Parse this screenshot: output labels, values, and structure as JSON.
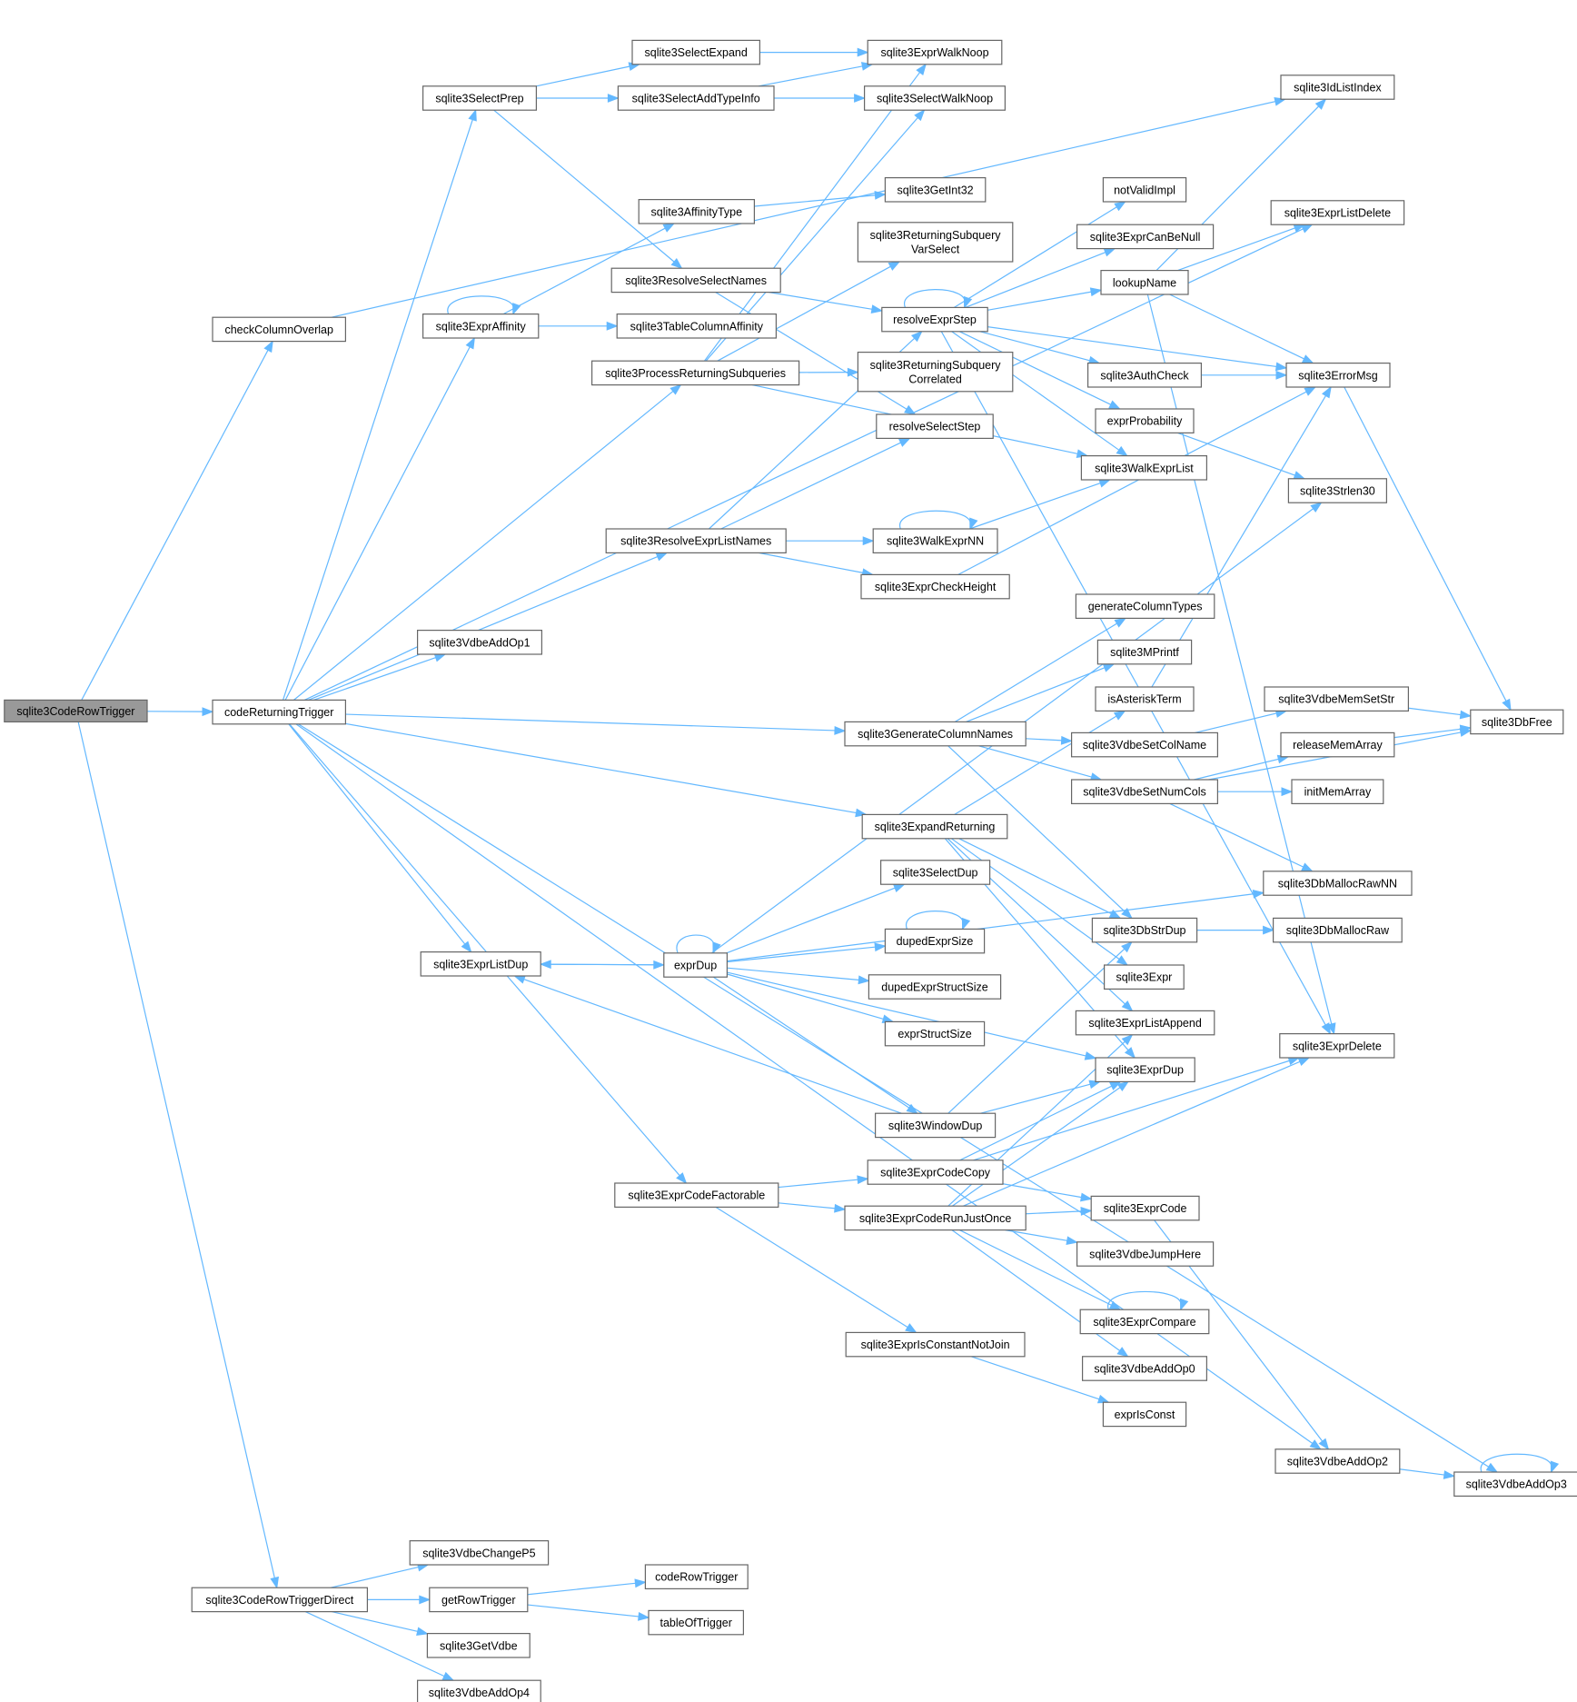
{
  "colors": {
    "node_fill": "#ffffff",
    "node_border": "#666666",
    "node_border_truncated": "#ff0000",
    "root_fill": "#999999",
    "edge": "#63B8FF"
  },
  "nodes": [
    {
      "id": "root",
      "label": "sqlite3CodeRowTrigger",
      "style": "root"
    },
    {
      "id": "checkColumnOverlap",
      "label": "checkColumnOverlap"
    },
    {
      "id": "codeReturningTrigger",
      "label": "codeReturningTrigger"
    },
    {
      "id": "sqlite3CodeRowTriggerDirect",
      "label": "sqlite3CodeRowTriggerDirect"
    },
    {
      "id": "sqlite3SelectPrep",
      "label": "sqlite3SelectPrep"
    },
    {
      "id": "sqlite3ExprAffinity",
      "label": "sqlite3ExprAffinity"
    },
    {
      "id": "sqlite3VdbeAddOp1",
      "label": "sqlite3VdbeAddOp1"
    },
    {
      "id": "sqlite3ExprListDup",
      "label": "sqlite3ExprListDup"
    },
    {
      "id": "sqlite3VdbeChangeP5",
      "label": "sqlite3VdbeChangeP5"
    },
    {
      "id": "getRowTrigger",
      "label": "getRowTrigger"
    },
    {
      "id": "sqlite3GetVdbe",
      "label": "sqlite3GetVdbe"
    },
    {
      "id": "sqlite3VdbeAddOp4",
      "label": "sqlite3VdbeAddOp4"
    },
    {
      "id": "sqlite3SelectExpand",
      "label": "sqlite3SelectExpand",
      "style": "truncated"
    },
    {
      "id": "sqlite3SelectAddTypeInfo",
      "label": "sqlite3SelectAddTypeInfo",
      "style": "truncated"
    },
    {
      "id": "sqlite3AffinityType",
      "label": "sqlite3AffinityType"
    },
    {
      "id": "sqlite3ResolveSelectNames",
      "label": "sqlite3ResolveSelectNames",
      "style": "truncated"
    },
    {
      "id": "sqlite3TableColumnAffinity",
      "label": "sqlite3TableColumnAffinity"
    },
    {
      "id": "sqlite3ProcessReturningSubqueries",
      "label": "sqlite3ProcessReturningSubqueries"
    },
    {
      "id": "sqlite3ResolveExprListNames",
      "label": "sqlite3ResolveExprListNames"
    },
    {
      "id": "exprDup",
      "label": "exprDup"
    },
    {
      "id": "sqlite3ExprCodeFactorable",
      "label": "sqlite3ExprCodeFactorable"
    },
    {
      "id": "codeRowTrigger",
      "label": "codeRowTrigger"
    },
    {
      "id": "tableOfTrigger",
      "label": "tableOfTrigger"
    },
    {
      "id": "sqlite3ExprWalkNoop",
      "label": "sqlite3ExprWalkNoop"
    },
    {
      "id": "sqlite3SelectWalkNoop",
      "label": "sqlite3SelectWalkNoop"
    },
    {
      "id": "sqlite3GetInt32",
      "label": "sqlite3GetInt32",
      "style": "truncated"
    },
    {
      "id": "sqlite3ReturningSubqueryVarSelect",
      "label": "sqlite3ReturningSubquery\nVarSelect"
    },
    {
      "id": "resolveExprStep",
      "label": "resolveExprStep",
      "style": "truncated"
    },
    {
      "id": "sqlite3ReturningSubqueryCorrelated",
      "label": "sqlite3ReturningSubquery\nCorrelated"
    },
    {
      "id": "resolveSelectStep",
      "label": "resolveSelectStep"
    },
    {
      "id": "sqlite3WalkExprNN",
      "label": "sqlite3WalkExprNN",
      "style": "truncated"
    },
    {
      "id": "sqlite3ExprCheckHeight",
      "label": "sqlite3ExprCheckHeight"
    },
    {
      "id": "sqlite3GenerateColumnNames",
      "label": "sqlite3GenerateColumnNames"
    },
    {
      "id": "sqlite3ExpandReturning",
      "label": "sqlite3ExpandReturning"
    },
    {
      "id": "sqlite3SelectDup",
      "label": "sqlite3SelectDup"
    },
    {
      "id": "dupedExprSize",
      "label": "dupedExprSize",
      "style": "truncated"
    },
    {
      "id": "dupedExprStructSize",
      "label": "dupedExprStructSize"
    },
    {
      "id": "exprStructSize",
      "label": "exprStructSize"
    },
    {
      "id": "sqlite3WindowDup",
      "label": "sqlite3WindowDup",
      "style": "truncated"
    },
    {
      "id": "sqlite3ExprCodeCopy",
      "label": "sqlite3ExprCodeCopy"
    },
    {
      "id": "sqlite3ExprCodeRunJustOnce",
      "label": "sqlite3ExprCodeRunJustOnce"
    },
    {
      "id": "sqlite3ExprIsConstantNotJoin",
      "label": "sqlite3ExprIsConstantNotJoin"
    },
    {
      "id": "notValidImpl",
      "label": "notValidImpl"
    },
    {
      "id": "sqlite3ExprCanBeNull",
      "label": "sqlite3ExprCanBeNull"
    },
    {
      "id": "lookupName",
      "label": "lookupName",
      "style": "truncated"
    },
    {
      "id": "sqlite3AuthCheck",
      "label": "sqlite3AuthCheck",
      "style": "truncated"
    },
    {
      "id": "exprProbability",
      "label": "exprProbability",
      "style": "truncated"
    },
    {
      "id": "sqlite3WalkExprList",
      "label": "sqlite3WalkExprList"
    },
    {
      "id": "generateColumnTypes",
      "label": "generateColumnTypes"
    },
    {
      "id": "sqlite3MPrintf",
      "label": "sqlite3MPrintf"
    },
    {
      "id": "isAsteriskTerm",
      "label": "isAsteriskTerm"
    },
    {
      "id": "sqlite3VdbeSetColName",
      "label": "sqlite3VdbeSetColName"
    },
    {
      "id": "sqlite3VdbeSetNumCols",
      "label": "sqlite3VdbeSetNumCols"
    },
    {
      "id": "sqlite3DbStrDup",
      "label": "sqlite3DbStrDup"
    },
    {
      "id": "sqlite3Expr",
      "label": "sqlite3Expr"
    },
    {
      "id": "sqlite3ExprListAppend",
      "label": "sqlite3ExprListAppend"
    },
    {
      "id": "sqlite3ExprDup",
      "label": "sqlite3ExprDup"
    },
    {
      "id": "sqlite3ExprCode",
      "label": "sqlite3ExprCode",
      "style": "truncated"
    },
    {
      "id": "sqlite3VdbeJumpHere",
      "label": "sqlite3VdbeJumpHere"
    },
    {
      "id": "sqlite3ExprCompare",
      "label": "sqlite3ExprCompare",
      "style": "truncated"
    },
    {
      "id": "sqlite3VdbeAddOp0",
      "label": "sqlite3VdbeAddOp0"
    },
    {
      "id": "exprIsConst",
      "label": "exprIsConst"
    },
    {
      "id": "sqlite3IdListIndex",
      "label": "sqlite3IdListIndex"
    },
    {
      "id": "sqlite3ExprListDelete",
      "label": "sqlite3ExprListDelete"
    },
    {
      "id": "sqlite3ErrorMsg",
      "label": "sqlite3ErrorMsg",
      "style": "truncated"
    },
    {
      "id": "sqlite3Strlen30",
      "label": "sqlite3Strlen30"
    },
    {
      "id": "sqlite3VdbeMemSetStr",
      "label": "sqlite3VdbeMemSetStr",
      "style": "truncated"
    },
    {
      "id": "releaseMemArray",
      "label": "releaseMemArray",
      "style": "truncated"
    },
    {
      "id": "initMemArray",
      "label": "initMemArray"
    },
    {
      "id": "sqlite3DbMallocRawNN",
      "label": "sqlite3DbMallocRawNN"
    },
    {
      "id": "sqlite3DbMallocRaw",
      "label": "sqlite3DbMallocRaw"
    },
    {
      "id": "sqlite3ExprDelete",
      "label": "sqlite3ExprDelete"
    },
    {
      "id": "sqlite3VdbeAddOp2",
      "label": "sqlite3VdbeAddOp2"
    },
    {
      "id": "sqlite3VdbeAddOp3",
      "label": "sqlite3VdbeAddOp3"
    },
    {
      "id": "sqlite3DbFree",
      "label": "sqlite3DbFree"
    }
  ],
  "edges": [
    [
      "root",
      "checkColumnOverlap"
    ],
    [
      "root",
      "codeReturningTrigger"
    ],
    [
      "root",
      "sqlite3CodeRowTriggerDirect"
    ],
    [
      "checkColumnOverlap",
      "sqlite3IdListIndex"
    ],
    [
      "codeReturningTrigger",
      "sqlite3SelectPrep"
    ],
    [
      "codeReturningTrigger",
      "sqlite3ExprAffinity"
    ],
    [
      "codeReturningTrigger",
      "sqlite3ExprListDelete"
    ],
    [
      "codeReturningTrigger",
      "sqlite3ProcessReturningSubqueries"
    ],
    [
      "codeReturningTrigger",
      "sqlite3ResolveExprListNames"
    ],
    [
      "codeReturningTrigger",
      "sqlite3VdbeAddOp1"
    ],
    [
      "codeReturningTrigger",
      "sqlite3GenerateColumnNames"
    ],
    [
      "codeReturningTrigger",
      "sqlite3ExpandReturning"
    ],
    [
      "codeReturningTrigger",
      "sqlite3ExprListDup"
    ],
    [
      "codeReturningTrigger",
      "sqlite3ExprCodeFactorable"
    ],
    [
      "codeReturningTrigger",
      "sqlite3VdbeAddOp2"
    ],
    [
      "codeReturningTrigger",
      "sqlite3VdbeAddOp3"
    ],
    [
      "sqlite3SelectPrep",
      "sqlite3SelectExpand"
    ],
    [
      "sqlite3SelectPrep",
      "sqlite3SelectAddTypeInfo"
    ],
    [
      "sqlite3SelectPrep",
      "sqlite3ResolveSelectNames"
    ],
    [
      "sqlite3SelectExpand",
      "sqlite3ExprWalkNoop"
    ],
    [
      "sqlite3SelectAddTypeInfo",
      "sqlite3ExprWalkNoop"
    ],
    [
      "sqlite3SelectAddTypeInfo",
      "sqlite3SelectWalkNoop"
    ],
    [
      "sqlite3ExprAffinity",
      "sqlite3ExprAffinity"
    ],
    [
      "sqlite3ExprAffinity",
      "sqlite3AffinityType"
    ],
    [
      "sqlite3ExprAffinity",
      "sqlite3TableColumnAffinity"
    ],
    [
      "sqlite3AffinityType",
      "sqlite3GetInt32"
    ],
    [
      "sqlite3ResolveSelectNames",
      "resolveExprStep"
    ],
    [
      "sqlite3ResolveSelectNames",
      "resolveSelectStep"
    ],
    [
      "sqlite3ProcessReturningSubqueries",
      "sqlite3ExprWalkNoop"
    ],
    [
      "sqlite3ProcessReturningSubqueries",
      "sqlite3SelectWalkNoop"
    ],
    [
      "sqlite3ProcessReturningSubqueries",
      "sqlite3ReturningSubqueryVarSelect"
    ],
    [
      "sqlite3ProcessReturningSubqueries",
      "sqlite3ReturningSubqueryCorrelated"
    ],
    [
      "sqlite3ProcessReturningSubqueries",
      "sqlite3WalkExprList"
    ],
    [
      "sqlite3ResolveExprListNames",
      "resolveExprStep"
    ],
    [
      "sqlite3ResolveExprListNames",
      "resolveSelectStep"
    ],
    [
      "sqlite3ResolveExprListNames",
      "sqlite3WalkExprNN"
    ],
    [
      "sqlite3ResolveExprListNames",
      "sqlite3ExprCheckHeight"
    ],
    [
      "resolveExprStep",
      "resolveExprStep"
    ],
    [
      "resolveExprStep",
      "notValidImpl"
    ],
    [
      "resolveExprStep",
      "sqlite3ExprCanBeNull"
    ],
    [
      "resolveExprStep",
      "lookupName"
    ],
    [
      "resolveExprStep",
      "sqlite3ErrorMsg"
    ],
    [
      "resolveExprStep",
      "sqlite3AuthCheck"
    ],
    [
      "resolveExprStep",
      "exprProbability"
    ],
    [
      "resolveExprStep",
      "sqlite3WalkExprList"
    ],
    [
      "resolveExprStep",
      "sqlite3ExprDelete"
    ],
    [
      "sqlite3WalkExprNN",
      "sqlite3WalkExprNN"
    ],
    [
      "sqlite3WalkExprNN",
      "sqlite3WalkExprList"
    ],
    [
      "sqlite3ExprCheckHeight",
      "sqlite3ErrorMsg"
    ],
    [
      "lookupName",
      "sqlite3IdListIndex"
    ],
    [
      "lookupName",
      "sqlite3ExprListDelete"
    ],
    [
      "lookupName",
      "sqlite3ErrorMsg"
    ],
    [
      "lookupName",
      "sqlite3ExprDelete"
    ],
    [
      "sqlite3AuthCheck",
      "sqlite3ErrorMsg"
    ],
    [
      "exprProbability",
      "sqlite3Strlen30"
    ],
    [
      "sqlite3ErrorMsg",
      "sqlite3DbFree"
    ],
    [
      "sqlite3GenerateColumnNames",
      "generateColumnTypes"
    ],
    [
      "sqlite3GenerateColumnNames",
      "sqlite3MPrintf"
    ],
    [
      "sqlite3GenerateColumnNames",
      "sqlite3VdbeSetColName"
    ],
    [
      "sqlite3GenerateColumnNames",
      "sqlite3VdbeSetNumCols"
    ],
    [
      "sqlite3GenerateColumnNames",
      "sqlite3DbStrDup"
    ],
    [
      "isAsteriskTerm",
      "sqlite3ErrorMsg"
    ],
    [
      "sqlite3VdbeSetColName",
      "sqlite3VdbeMemSetStr"
    ],
    [
      "sqlite3VdbeSetNumCols",
      "releaseMemArray"
    ],
    [
      "sqlite3VdbeSetNumCols",
      "initMemArray"
    ],
    [
      "sqlite3VdbeSetNumCols",
      "sqlite3DbMallocRawNN"
    ],
    [
      "sqlite3VdbeSetNumCols",
      "sqlite3DbFree"
    ],
    [
      "sqlite3VdbeMemSetStr",
      "sqlite3DbFree"
    ],
    [
      "releaseMemArray",
      "sqlite3DbFree"
    ],
    [
      "sqlite3ExpandReturning",
      "isAsteriskTerm"
    ],
    [
      "sqlite3ExpandReturning",
      "sqlite3DbStrDup"
    ],
    [
      "sqlite3ExpandReturning",
      "sqlite3Expr"
    ],
    [
      "sqlite3ExpandReturning",
      "sqlite3ExprListAppend"
    ],
    [
      "sqlite3ExpandReturning",
      "sqlite3ExprDup"
    ],
    [
      "sqlite3DbStrDup",
      "sqlite3DbMallocRaw"
    ],
    [
      "sqlite3ExprListDup",
      "exprDup"
    ],
    [
      "exprDup",
      "exprDup"
    ],
    [
      "exprDup",
      "sqlite3ExprListDup"
    ],
    [
      "exprDup",
      "sqlite3Strlen30"
    ],
    [
      "exprDup",
      "sqlite3DbMallocRawNN"
    ],
    [
      "exprDup",
      "sqlite3SelectDup"
    ],
    [
      "exprDup",
      "dupedExprSize"
    ],
    [
      "exprDup",
      "dupedExprStructSize"
    ],
    [
      "exprDup",
      "exprStructSize"
    ],
    [
      "exprDup",
      "sqlite3ExprDup"
    ],
    [
      "exprDup",
      "sqlite3WindowDup"
    ],
    [
      "dupedExprSize",
      "dupedExprSize"
    ],
    [
      "sqlite3WindowDup",
      "sqlite3ExprListDup"
    ],
    [
      "sqlite3WindowDup",
      "sqlite3DbStrDup"
    ],
    [
      "sqlite3WindowDup",
      "sqlite3ExprDup"
    ],
    [
      "sqlite3ExprCodeFactorable",
      "sqlite3ExprCodeCopy"
    ],
    [
      "sqlite3ExprCodeFactorable",
      "sqlite3ExprCodeRunJustOnce"
    ],
    [
      "sqlite3ExprCodeFactorable",
      "sqlite3ExprIsConstantNotJoin"
    ],
    [
      "sqlite3ExprCodeCopy",
      "sqlite3ExprDup"
    ],
    [
      "sqlite3ExprCodeCopy",
      "sqlite3ExprDelete"
    ],
    [
      "sqlite3ExprCodeCopy",
      "sqlite3ExprCode"
    ],
    [
      "sqlite3ExprCodeRunJustOnce",
      "sqlite3ExprListAppend"
    ],
    [
      "sqlite3ExprCodeRunJustOnce",
      "sqlite3ExprDup"
    ],
    [
      "sqlite3ExprCodeRunJustOnce",
      "sqlite3ExprDelete"
    ],
    [
      "sqlite3ExprCodeRunJustOnce",
      "sqlite3ExprCode"
    ],
    [
      "sqlite3ExprCodeRunJustOnce",
      "sqlite3VdbeJumpHere"
    ],
    [
      "sqlite3ExprCodeRunJustOnce",
      "sqlite3ExprCompare"
    ],
    [
      "sqlite3ExprCodeRunJustOnce",
      "sqlite3VdbeAddOp0"
    ],
    [
      "sqlite3ExprCompare",
      "sqlite3ExprCompare"
    ],
    [
      "sqlite3ExprIsConstantNotJoin",
      "exprIsConst"
    ],
    [
      "sqlite3ExprCode",
      "sqlite3VdbeAddOp2"
    ],
    [
      "sqlite3VdbeAddOp2",
      "sqlite3VdbeAddOp3"
    ],
    [
      "sqlite3VdbeAddOp3",
      "sqlite3VdbeAddOp3"
    ],
    [
      "sqlite3CodeRowTriggerDirect",
      "sqlite3VdbeChangeP5"
    ],
    [
      "sqlite3CodeRowTriggerDirect",
      "getRowTrigger"
    ],
    [
      "sqlite3CodeRowTriggerDirect",
      "sqlite3GetVdbe"
    ],
    [
      "sqlite3CodeRowTriggerDirect",
      "sqlite3VdbeAddOp4"
    ],
    [
      "getRowTrigger",
      "codeRowTrigger"
    ],
    [
      "getRowTrigger",
      "tableOfTrigger"
    ]
  ]
}
